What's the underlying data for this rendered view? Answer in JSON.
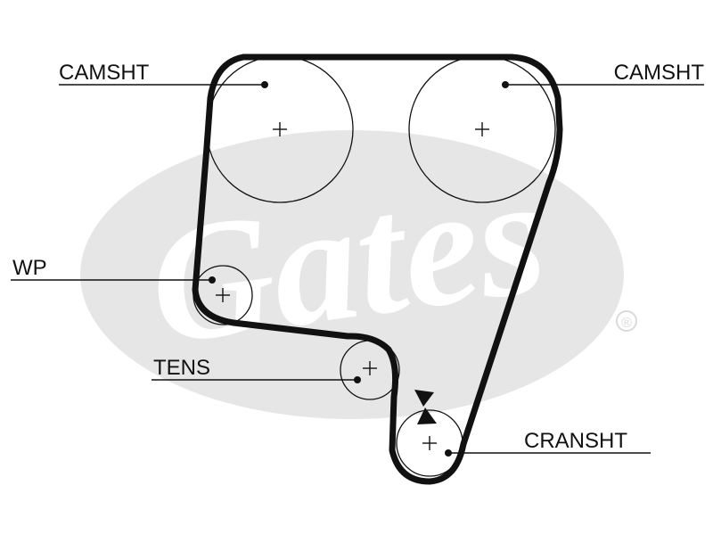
{
  "watermark": {
    "brand": "Gates",
    "registered_mark": "®",
    "ellipse_color": "#e6e6e6",
    "text_color": "#ffffff"
  },
  "colors": {
    "line": "#111111",
    "background": "#ffffff"
  },
  "labels": {
    "camshaft_left": "CAMSHT",
    "camshaft_right": "CAMSHT",
    "water_pump": "WP",
    "tensioner": "TENS",
    "crankshaft": "CRANSHT"
  },
  "icons": {
    "centre_mark": "plus-icon",
    "timing_mark": "arrow-pair-icon"
  }
}
